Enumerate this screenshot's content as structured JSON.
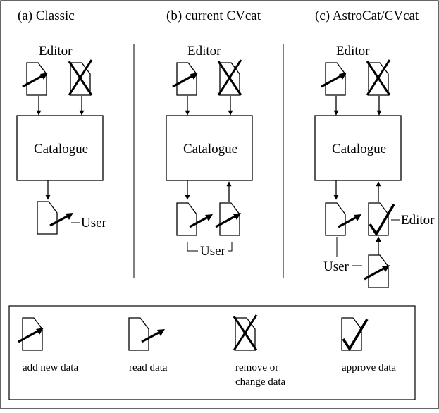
{
  "panels": [
    {
      "title": "(a) Classic",
      "editor_label": "Editor",
      "catalogue_label": "Catalogue",
      "user_label": "User"
    },
    {
      "title": "(b) current CVcat",
      "editor_label": "Editor",
      "catalogue_label": "Catalogue",
      "user_label": "User"
    },
    {
      "title": "(c) AstroCat/CVcat",
      "editor_label": "Editor",
      "catalogue_label": "Catalogue",
      "user_label": "User",
      "editor_right_label": "Editor"
    }
  ],
  "legend": [
    {
      "icon": "add-new-data-icon",
      "label": "add new data"
    },
    {
      "icon": "read-data-icon",
      "label": "read data"
    },
    {
      "icon": "remove-change-data-icon",
      "label_line1": "remove or",
      "label_line2": "change data"
    },
    {
      "icon": "approve-data-icon",
      "label": "approve data"
    }
  ]
}
